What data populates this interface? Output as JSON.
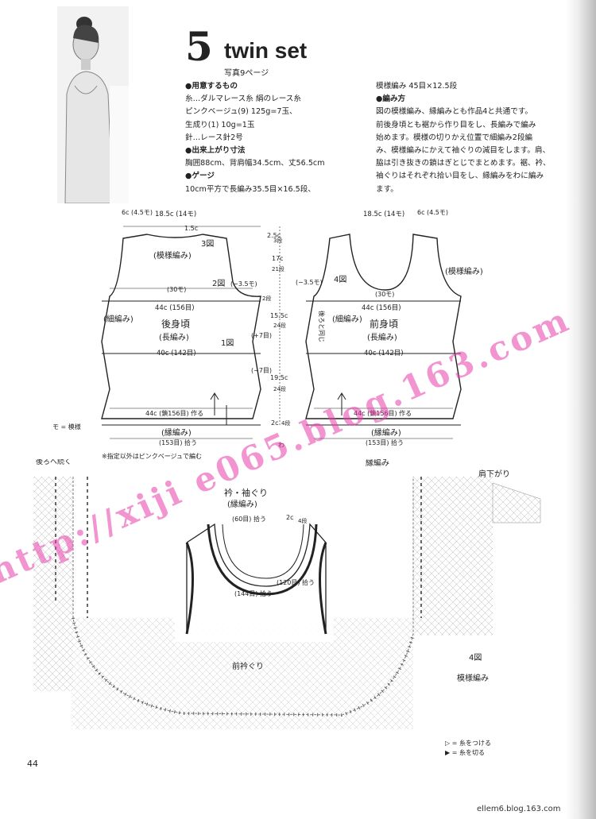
{
  "title": {
    "number": "5",
    "name": "twin set",
    "subtitle": "写真9ページ"
  },
  "materials": {
    "heading": "●用意するもの",
    "lines": [
      "糸…ダルマレース糸 絹のレース糸",
      "ピンクベージュ(9) 125g=7玉、",
      "生成り(1) 10g=1玉",
      "針…レース針2号"
    ],
    "size_heading": "●出来上がり寸法",
    "size": "胸囲88cm、背肩幅34.5cm、丈56.5cm",
    "gauge_heading": "●ゲージ",
    "gauge": "10cm平方で長編み35.5目×16.5段、"
  },
  "method": {
    "gauge_cont": "模様編み 45目×12.5段",
    "heading": "●編み方",
    "text": [
      "図の模様編み、縁編みとも作品4と共通です。",
      "前後身頃とも裾から作り目をし、長編みで編み",
      "始めます。模様の切りかえ位置で細編み2段編",
      "み、模様編みにかえて袖ぐりの減目をします。肩、",
      "脇は引き抜きの鎖はぎとじでまとめます。裾、衿、",
      "袖ぐりはそれぞれ拾い目をし、縁編みをわに編み",
      "ます。"
    ]
  },
  "back": {
    "shoulder": "6c\n(4.5モ)",
    "neck": "18.5c (14モ)",
    "neck_h": "1.5c",
    "pattern": "(模様編み)",
    "fig3": "3図",
    "fig2": "2図",
    "dec": "(−3.5モ)",
    "mo30": "(30モ)",
    "w44": "44c (156目)",
    "hosoami": "(細編み)",
    "name": "後身頃",
    "nagaami": "(長編み)",
    "fig1": "1図",
    "w40": "40c (142目)",
    "hem": "44c (鎖156目) 作る",
    "edge": "(縁編み)",
    "pick": "(153目) 拾う",
    "legend_mo": "モ = 模様"
  },
  "front": {
    "neck": "18.5c (14モ)",
    "shoulder": "6c\n(4.5モ)",
    "pattern": "(模様編み)",
    "fig4": "4図",
    "dec": "(−3.5モ)",
    "mo30": "(30モ)",
    "w44": "44c (156目)",
    "hosoami": "(細編み)",
    "name": "前身頃",
    "nagaami": "(長編み)",
    "w40": "40c (142目)",
    "hem": "44c (鎖156目) 作る",
    "edge": "(縁編み)",
    "pick": "(153目) 拾う",
    "back_same": "後ろと同じ"
  },
  "center_dims": [
    "2.5c",
    "3段",
    "17c",
    "21段",
    "2段",
    "15.5c",
    "24段",
    "(+7目)",
    "(−7目)",
    "19.5c",
    "24段",
    "2c",
    "4段",
    "わ"
  ],
  "note": "※指定以外はピンクベージュで編む",
  "chart": {
    "back_label": "後ろへ続く",
    "edge_label": "縁編み",
    "shoulder_label": "肩下がり",
    "fig4": "4図",
    "pattern": "模様編み",
    "front_neck": "前衿ぐり",
    "neck_title": "衿・袖ぐり",
    "neck_sub": "(縁編み)",
    "pick60": "(60目) 拾う",
    "pick144": "(144目) 拾う",
    "pick120": "(120目) 拾う",
    "c2": "2c",
    "c4": "4段"
  },
  "legend": [
    "▷ = 糸をつける",
    "▶ = 糸を切る"
  ],
  "page_number": "44",
  "footer": "ellem6.blog.163.com",
  "watermark": "http://xiji e065.blog.163.com"
}
